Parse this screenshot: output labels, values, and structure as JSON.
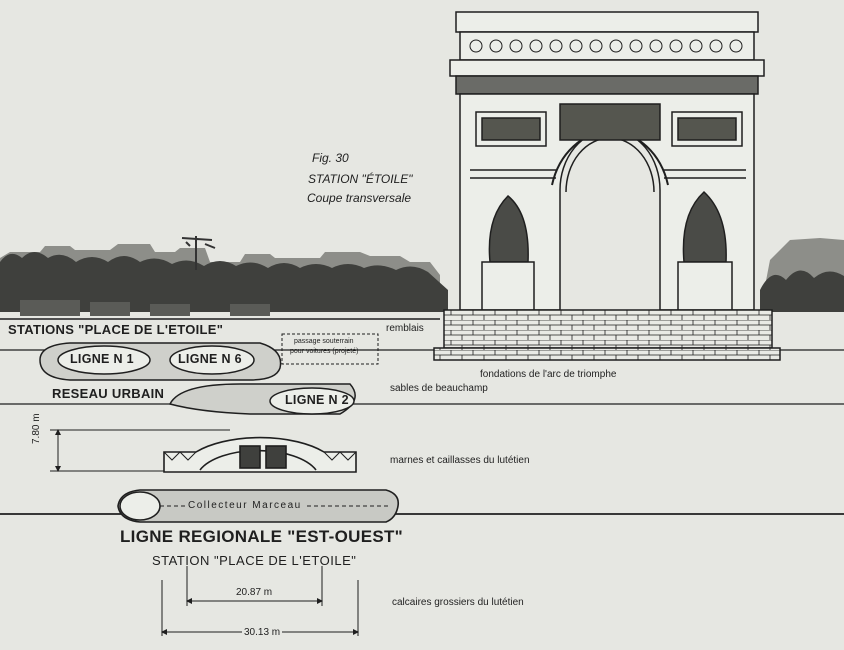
{
  "caption": {
    "fig": "Fig. 30",
    "station": "STATION \"ÉTOILE\"",
    "section": "Coupe transversale"
  },
  "labels": {
    "stations_etoile": "STATIONS \"PLACE DE L'ETOILE\"",
    "ligne1": "LIGNE N 1",
    "ligne6": "LIGNE N 6",
    "ligne2": "LIGNE N 2",
    "reseau": "RESEAU URBAIN",
    "passage": "passage souterrain",
    "passage2": "pour voitures (projeté)",
    "collecteur": "Collecteur Marceau",
    "rer_title": "LIGNE REGIONALE \"EST-OUEST\"",
    "rer_station": "STATION \"PLACE DE L'ETOILE\""
  },
  "strata": {
    "remblais": "remblais",
    "fondations": "fondations de l'arc de triomphe",
    "sables": "sables de beauchamp",
    "marnes": "marnes et caillasses du lutétien",
    "calcaires": "calcaires grossiers du lutétien"
  },
  "dimensions": {
    "height": "7.80 m",
    "inner_width": "20.87 m",
    "outer_width": "30.13 m"
  },
  "colors": {
    "paper": "#e6e7e2",
    "ink": "#1f1f1f"
  }
}
